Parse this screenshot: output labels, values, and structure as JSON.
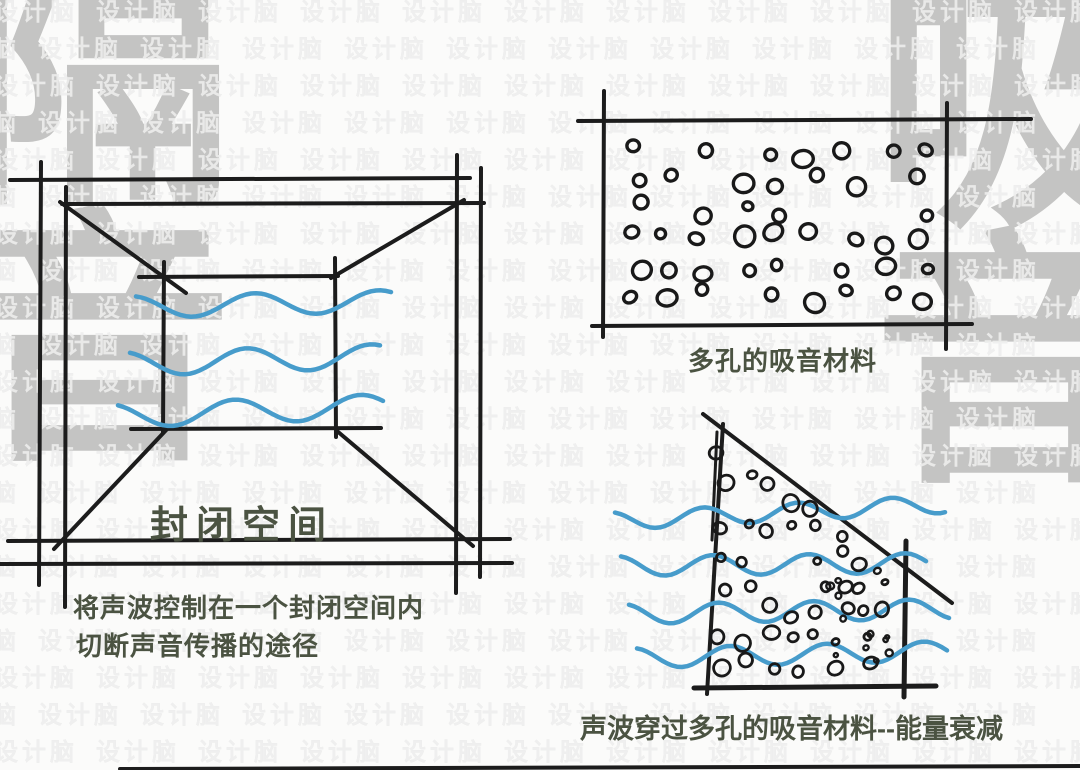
{
  "watermark": {
    "text": "设计脑"
  },
  "background_characters": {
    "left": "隔音",
    "right": "吸音"
  },
  "colors": {
    "ink": "#1c1c1c",
    "wave_blue": "#479ccb",
    "label_green": "#4b5342",
    "watermark_gray": "#d5d6d4",
    "bigchar_gray": "#c4c4c3"
  },
  "left_diagram": {
    "title": "封闭空间",
    "caption_line1": "将声波控制在一个封闭空间内",
    "caption_line2": "切断声音传播的途径"
  },
  "top_right_diagram": {
    "label": "多孔的吸音材料"
  },
  "bottom_right_diagram": {
    "label": "声波穿过多孔的吸音材料--能量衰减"
  }
}
